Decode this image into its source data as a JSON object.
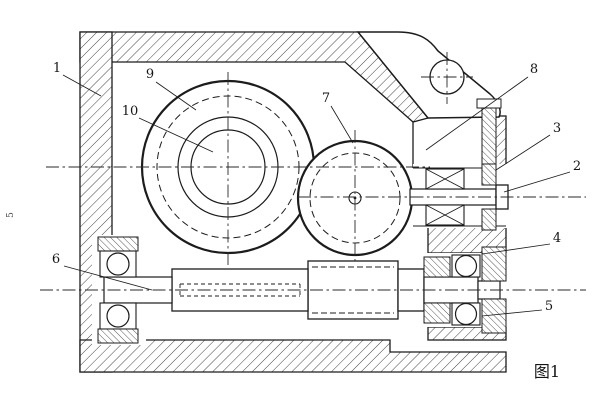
{
  "figure": {
    "caption": "图1",
    "margin_mark": "5"
  },
  "labels": {
    "p1": "1",
    "p2": "2",
    "p3": "3",
    "p4": "4",
    "p5": "5",
    "p6": "6",
    "p7": "7",
    "p8": "8",
    "p9": "9",
    "p10": "10"
  },
  "colors": {
    "line": "#1c1c1c",
    "background": "#ffffff"
  }
}
